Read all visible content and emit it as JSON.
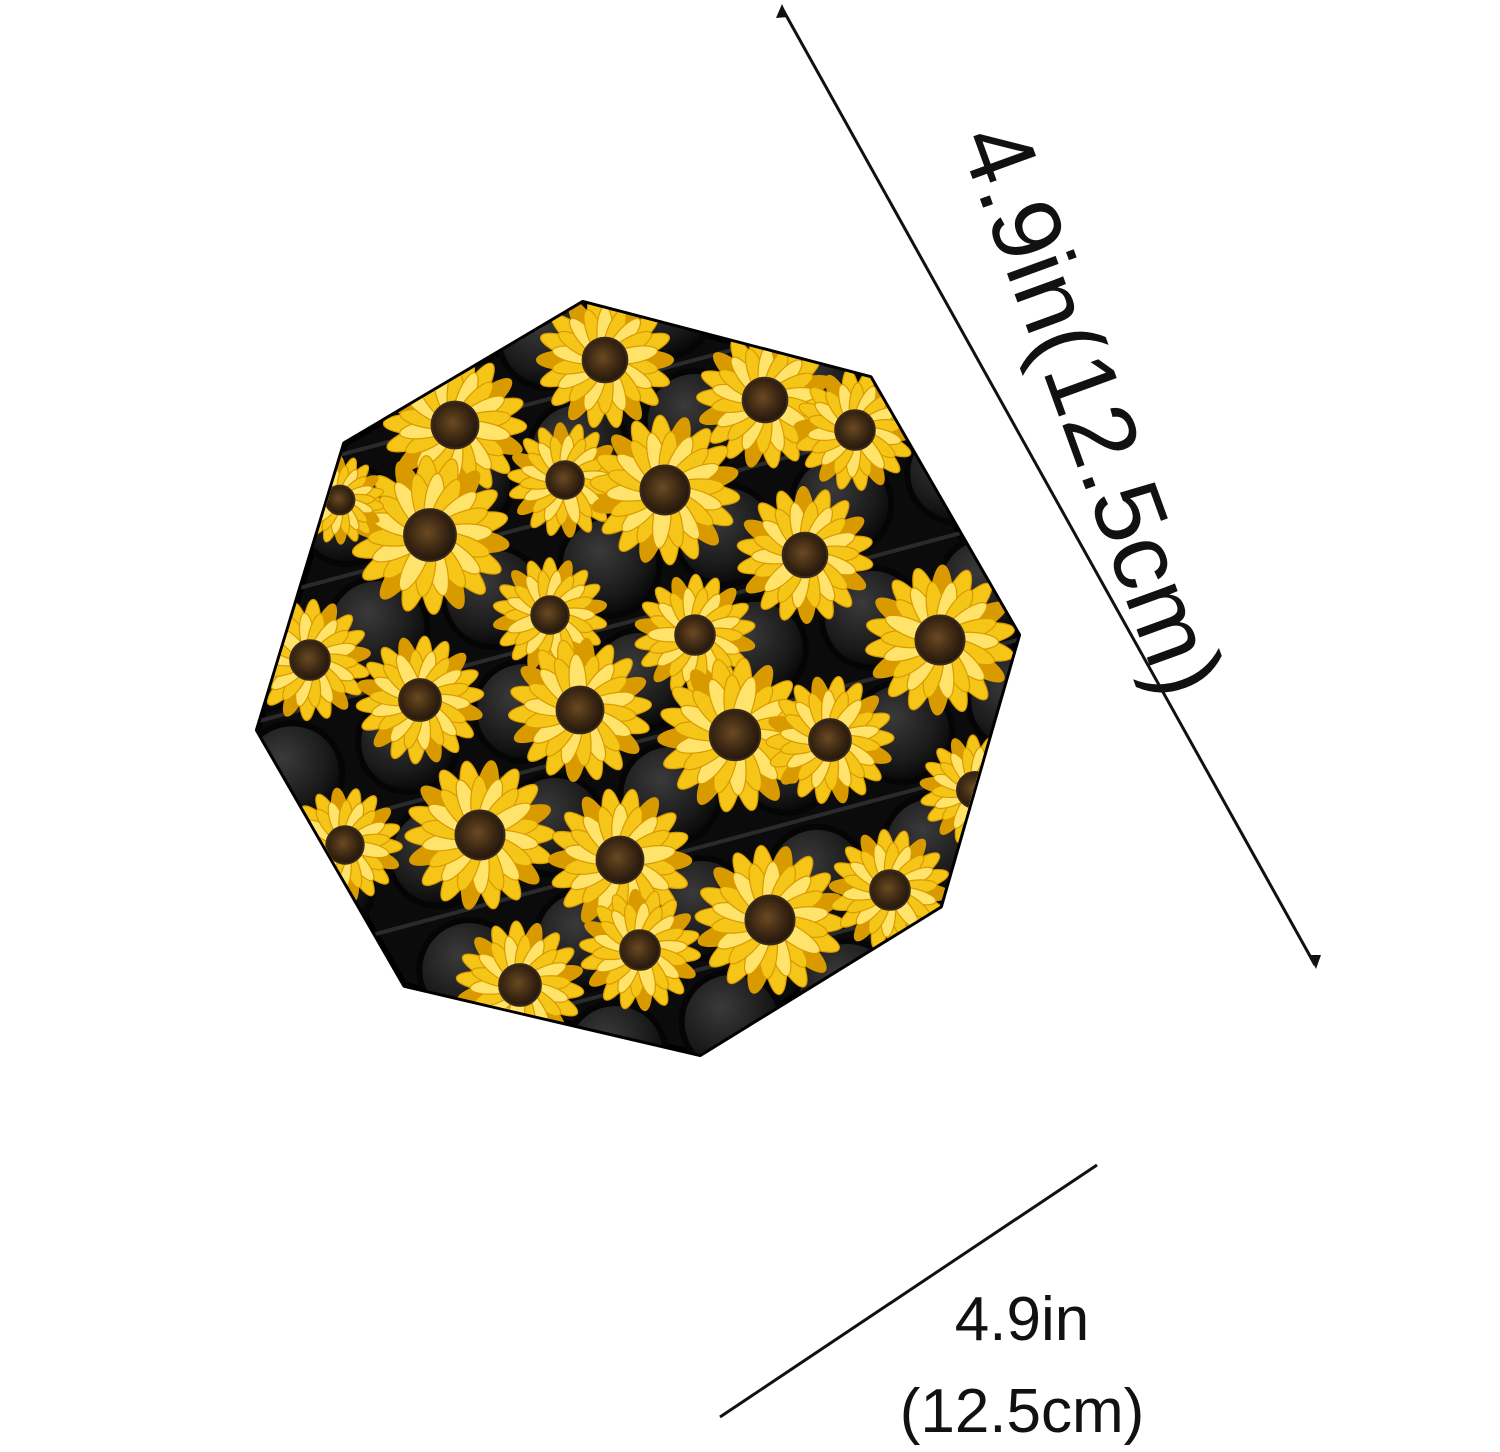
{
  "product": {
    "pattern_icon": "sunflower-icon",
    "colors": {
      "body": "#0b0b0b",
      "bubble": "#1c1c1c",
      "petal": "#f5c518",
      "petal_light": "#ffe36a",
      "petal_dark": "#d99a00",
      "center": "#3a2a1a"
    }
  },
  "dimensions": {
    "diagonal_label": "4.9in(12.5cm)",
    "width_label_line1": "4.9in",
    "width_label_line2": "(12.5cm)"
  }
}
